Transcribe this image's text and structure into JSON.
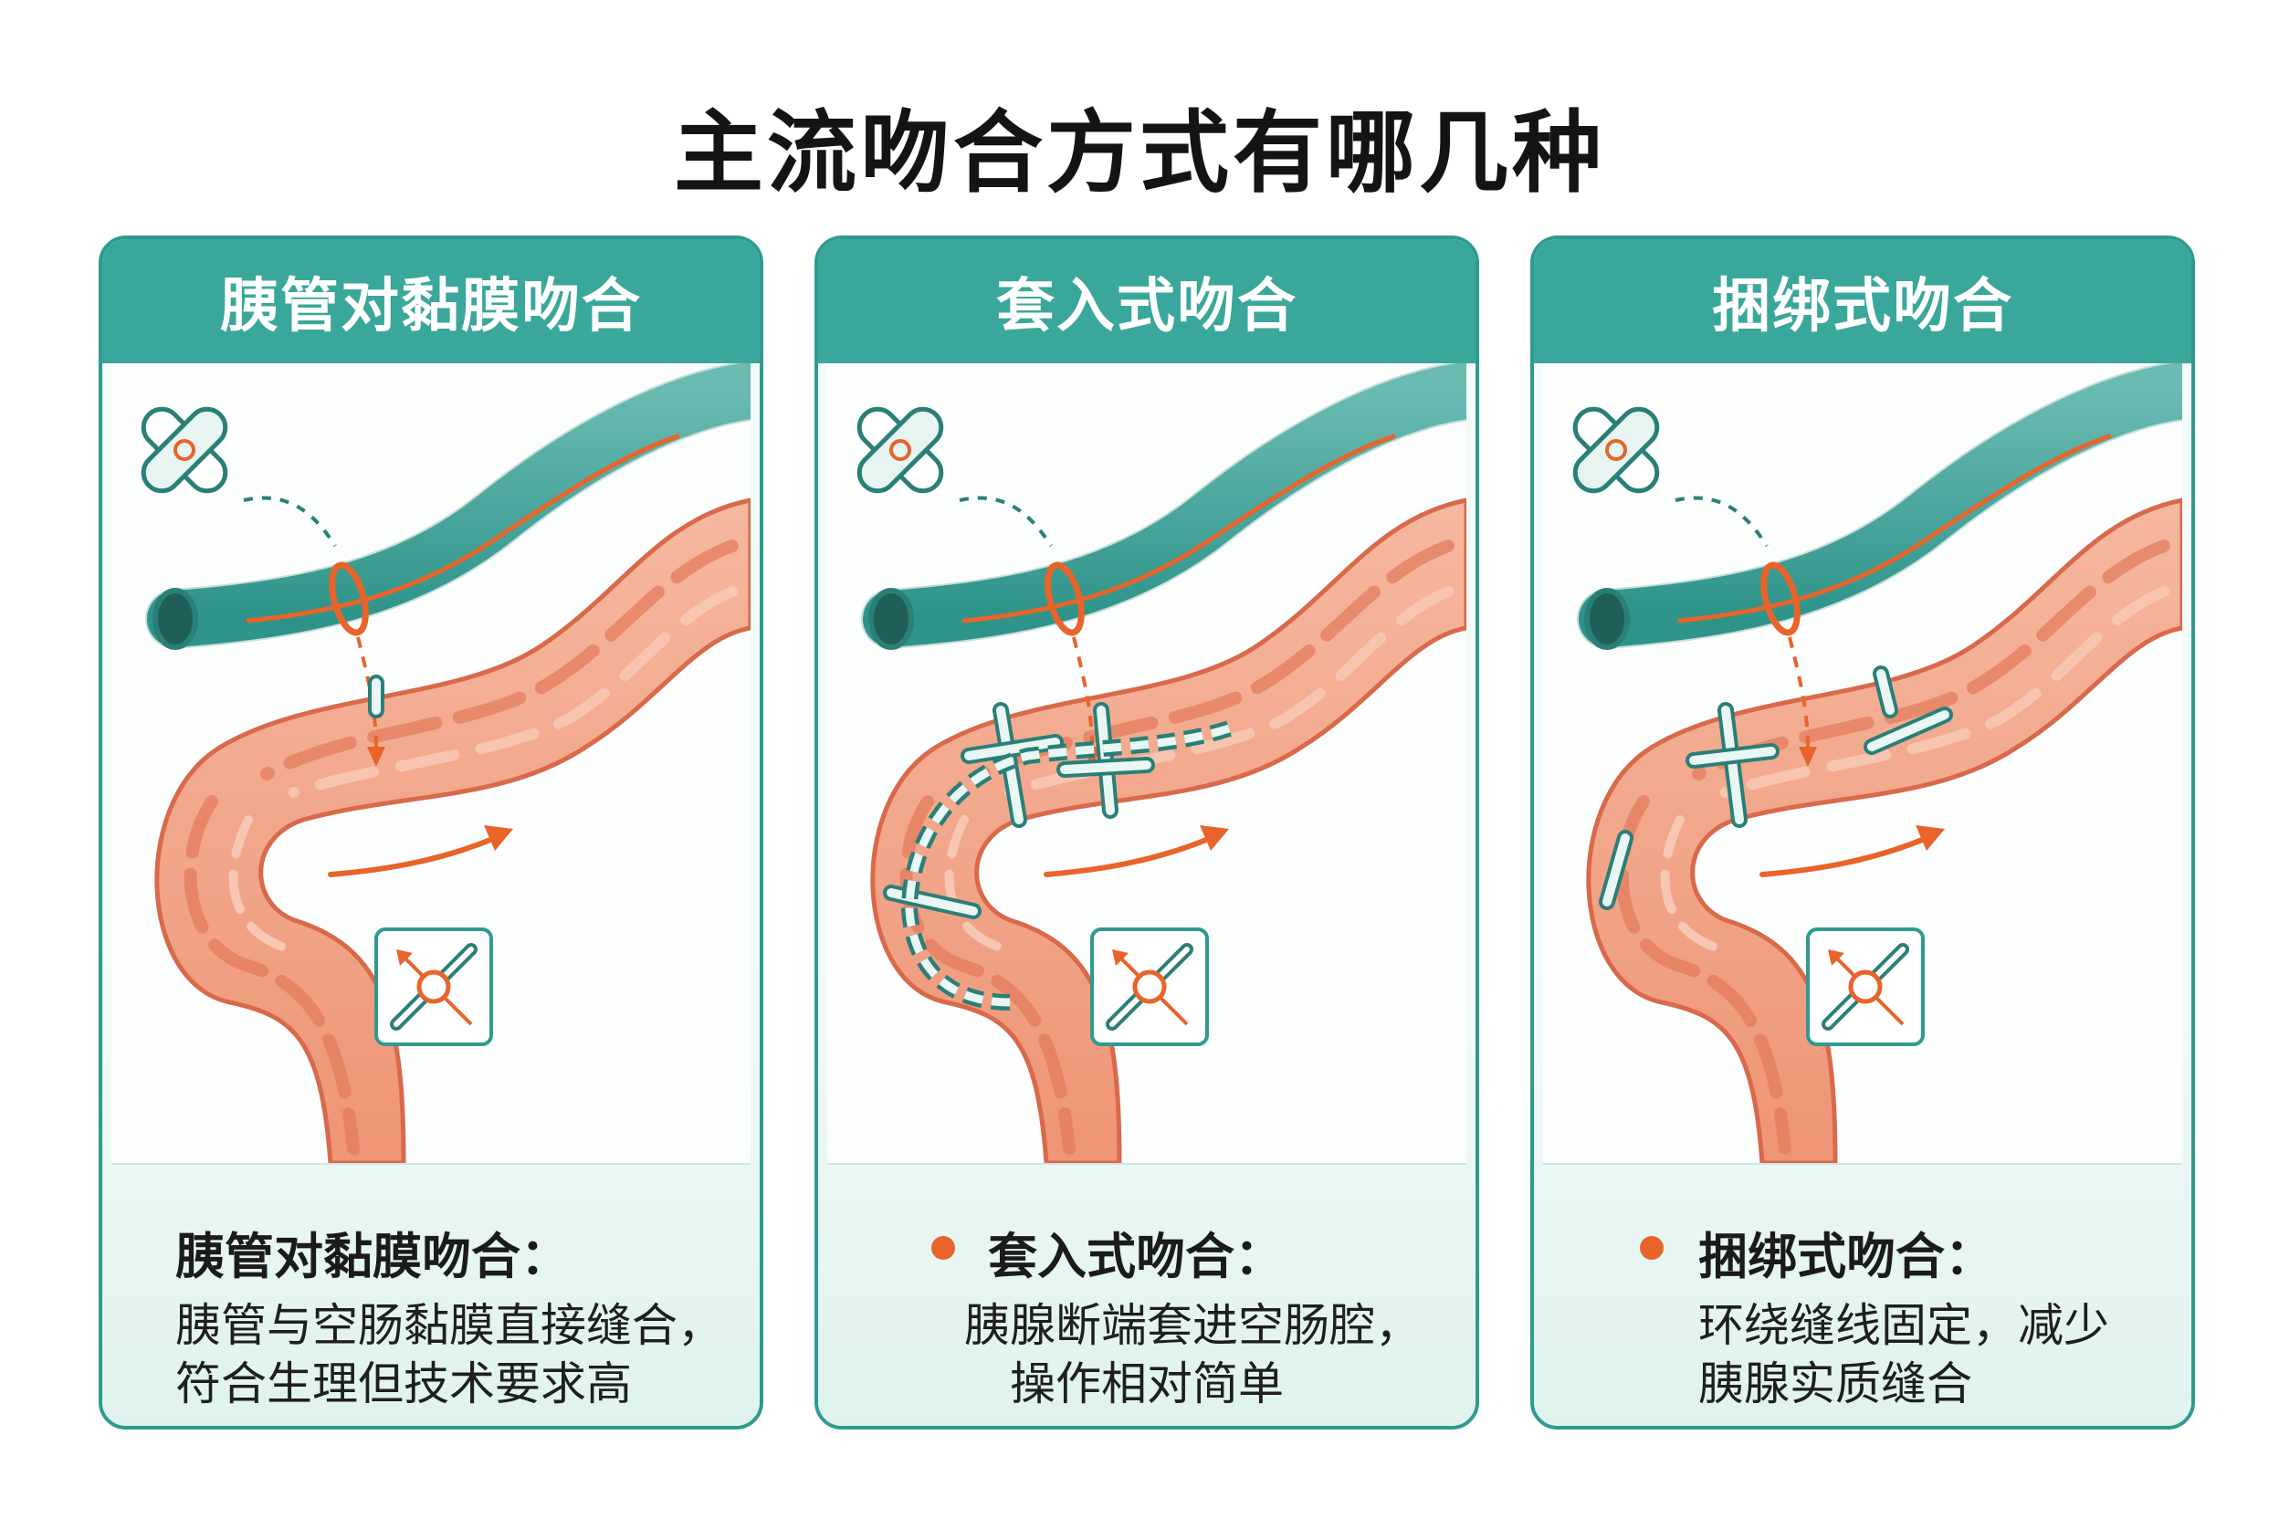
{
  "title": "主流吻合方式有哪几种",
  "colors": {
    "teal": "#3aa79b",
    "teal_dark": "#2a7f77",
    "intestine": "#f2a486",
    "intestine_dark": "#d9694a",
    "accent_orange": "#e8642a"
  },
  "panels": [
    {
      "header": "胰管对黏膜吻合",
      "desc_title": "胰管对黏膜吻合：",
      "desc_lines": [
        "胰管与空肠黏膜直接缝合，",
        "符合生理但技术要求高"
      ],
      "icon": "suture-loop-icon",
      "inset_icon": "stent-crossing-icon",
      "has_bullet": false
    },
    {
      "header": "套入式吻合",
      "desc_title": "套入式吻合：",
      "desc_lines": [
        "胰腺断端套进空肠腔，",
        "操作相对简单"
      ],
      "icon": "knot-icon",
      "inset_icon": "stent-crossing-icon",
      "has_bullet": true
    },
    {
      "header": "捆绑式吻合",
      "desc_title": "捆绑式吻合：",
      "desc_lines": [
        "环绕缝线固定，减少",
        "胰腺实质缝合"
      ],
      "icon": "bound-suture-icon",
      "inset_icon": "stent-crossing-icon",
      "has_bullet": true
    }
  ]
}
